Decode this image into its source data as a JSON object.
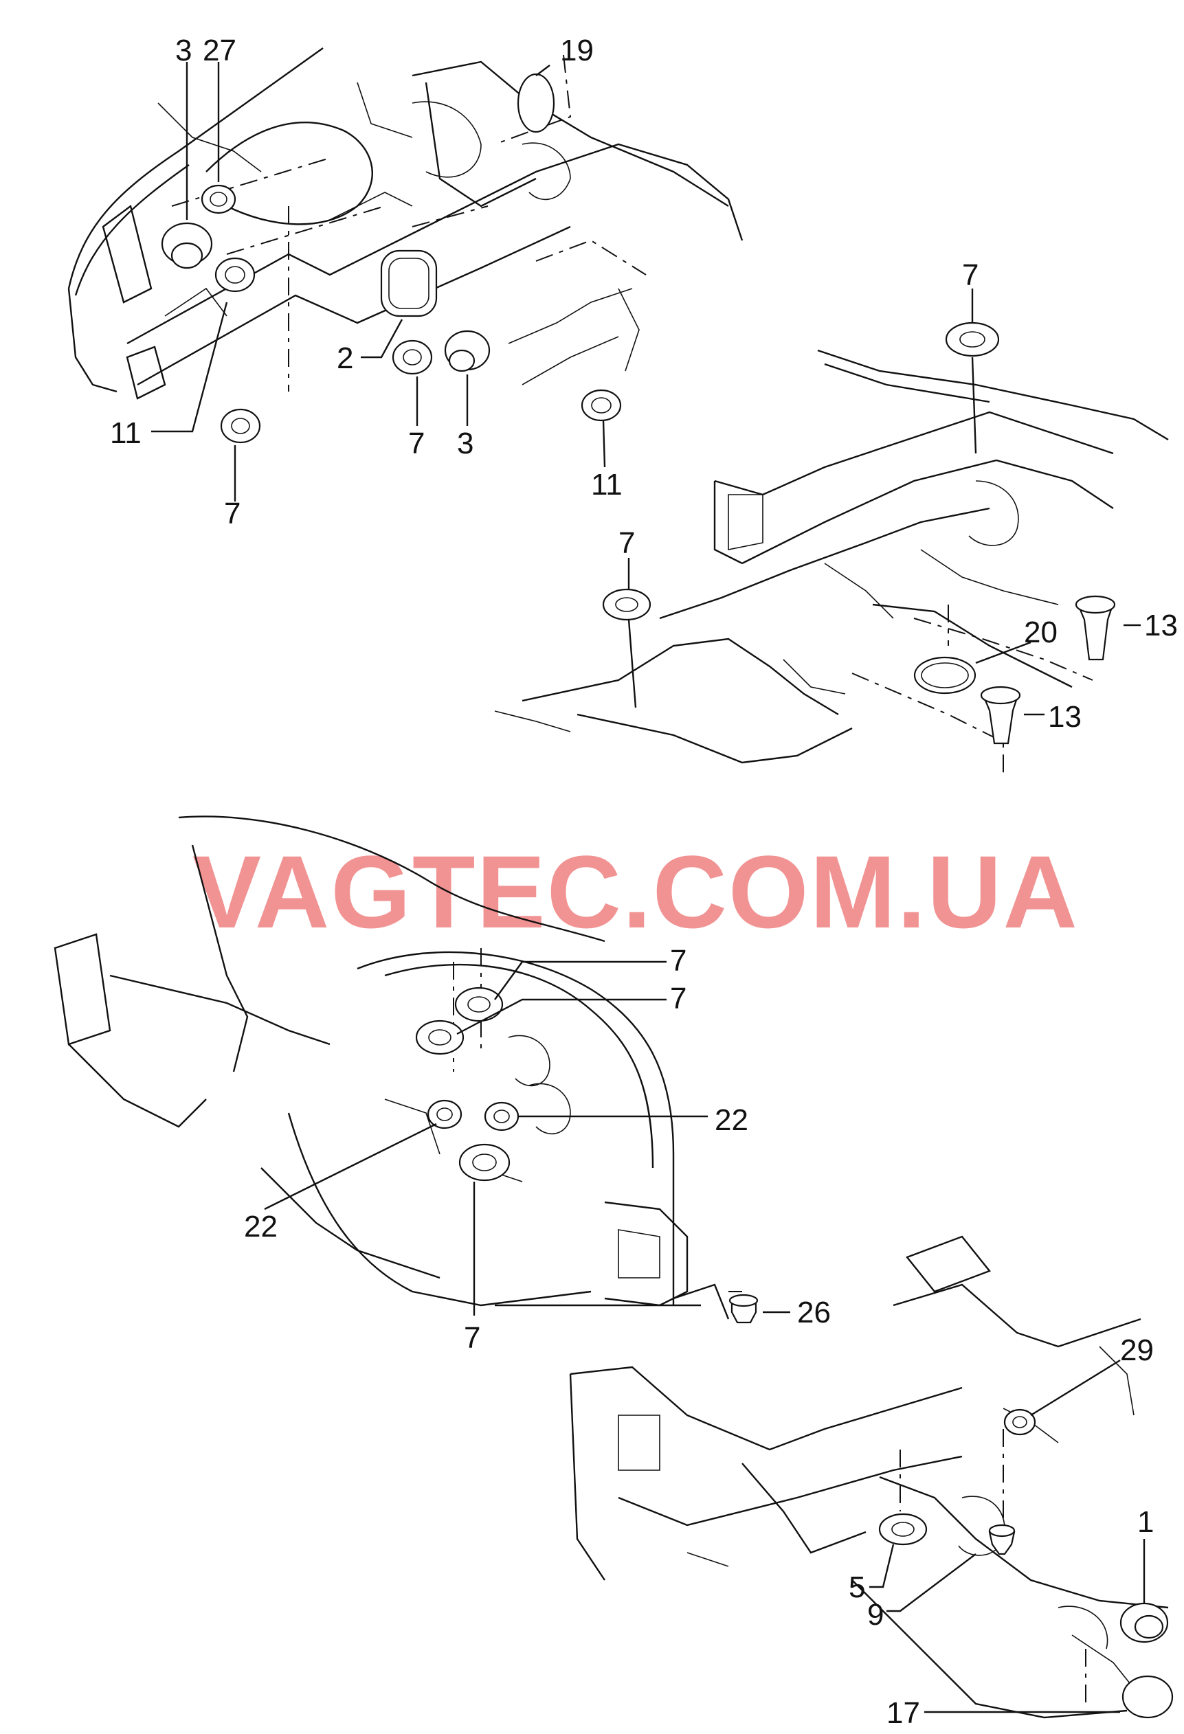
{
  "watermark": "VAGTEC.COM.UA",
  "callouts": {
    "c3a": "3",
    "c27": "27",
    "c19": "19",
    "c2": "2",
    "c7a": "7",
    "c3b": "3",
    "c11a": "11",
    "c7b": "7",
    "c11b": "11",
    "c7c": "7",
    "c7d": "7",
    "c20": "20",
    "c13a": "13",
    "c13b": "13",
    "c7e": "7",
    "c7f": "7",
    "c22a": "22",
    "c22b": "22",
    "c7g": "7",
    "c26": "26",
    "c29": "29",
    "c1": "1",
    "c5": "5",
    "c9": "9",
    "c17": "17"
  },
  "colors": {
    "line": "#111111",
    "watermark": "#e83a3a",
    "background": "#ffffff"
  }
}
